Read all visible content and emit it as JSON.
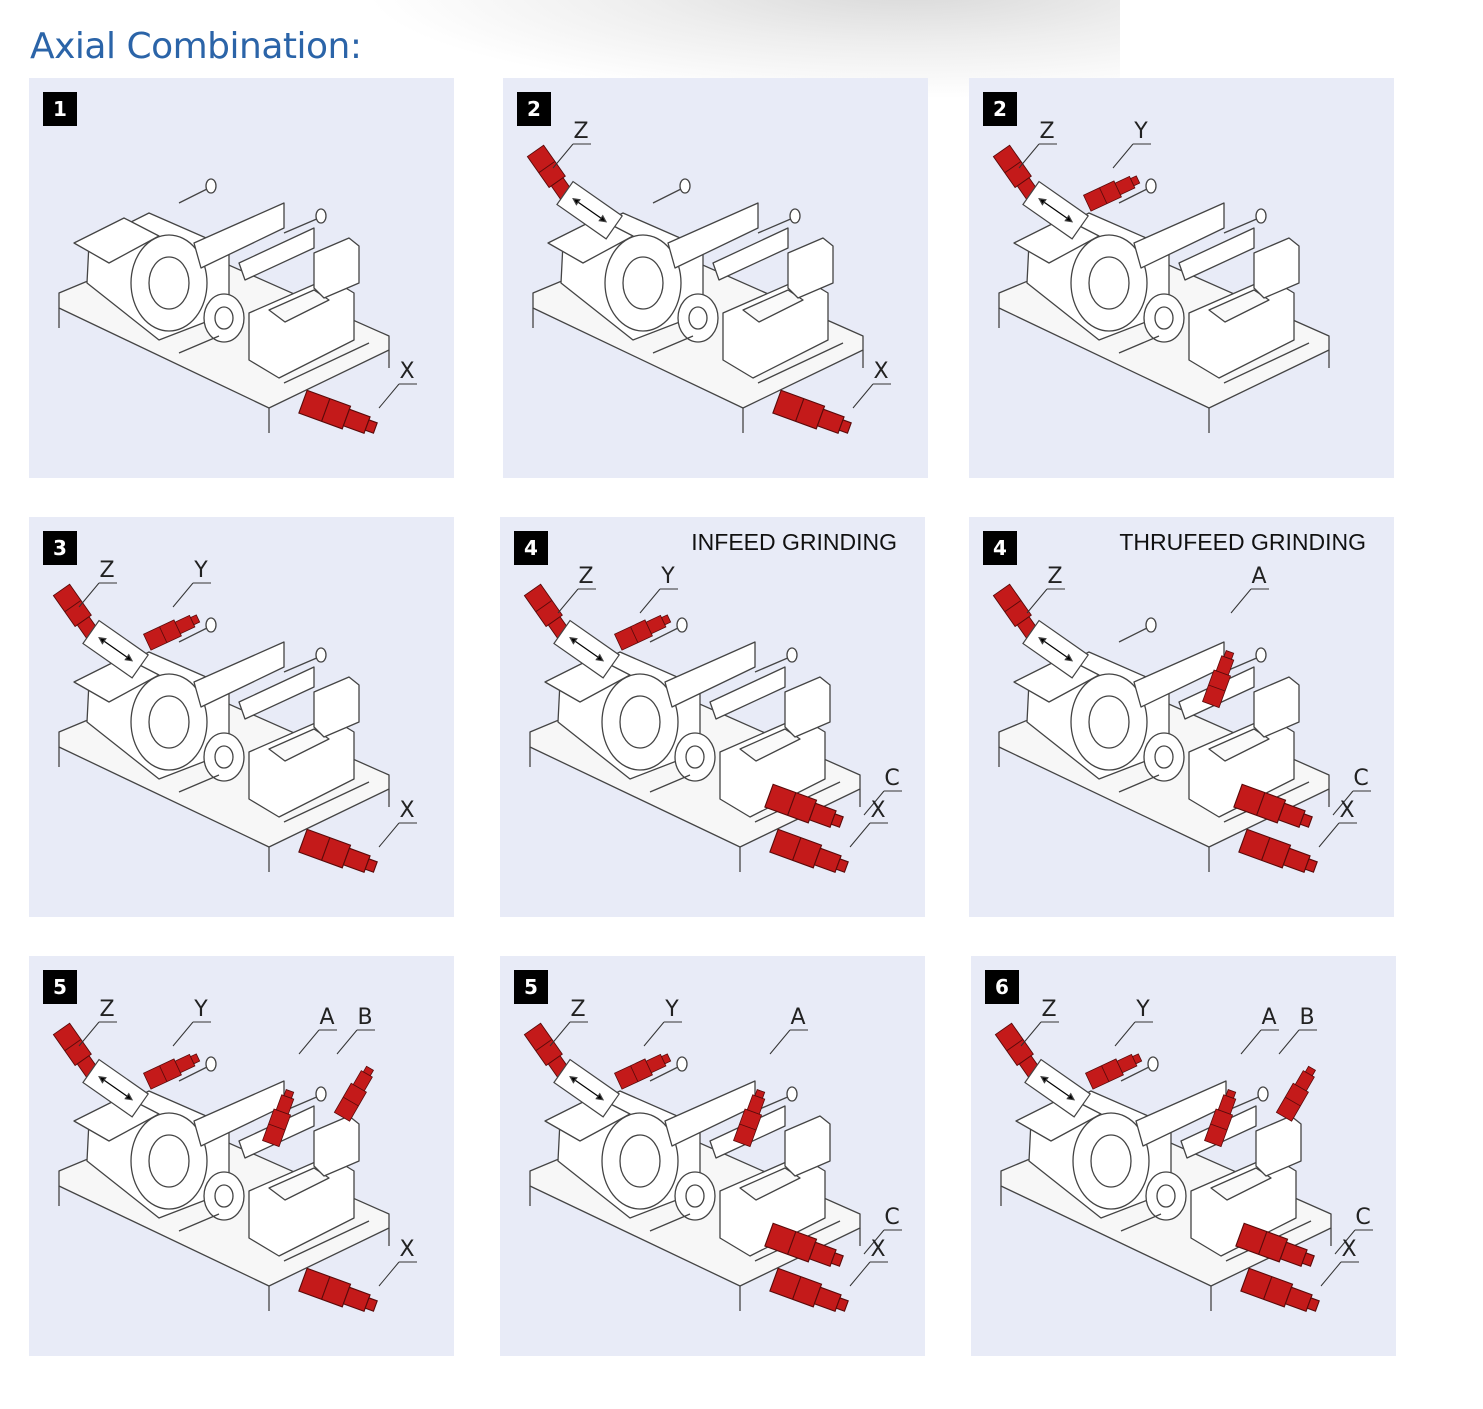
{
  "title": "Axial Combination:",
  "colors": {
    "title": "#2b64a8",
    "panel": "#e8ebf7",
    "accent_red": "#c41a1a",
    "line": "#444444"
  },
  "panels": [
    {
      "number": "1",
      "heading": "",
      "labels": [
        "X"
      ]
    },
    {
      "number": "2",
      "heading": "",
      "labels": [
        "Z",
        "X"
      ]
    },
    {
      "number": "2",
      "heading": "",
      "labels": [
        "Z",
        "Y"
      ]
    },
    {
      "number": "3",
      "heading": "",
      "labels": [
        "Z",
        "Y",
        "X"
      ]
    },
    {
      "number": "4",
      "heading": "INFEED GRINDING",
      "labels": [
        "Z",
        "Y",
        "C",
        "X"
      ]
    },
    {
      "number": "4",
      "heading": "THRUFEED GRINDING",
      "labels": [
        "Z",
        "A",
        "C",
        "X"
      ]
    },
    {
      "number": "5",
      "heading": "",
      "labels": [
        "Z",
        "Y",
        "A",
        "B",
        "X"
      ]
    },
    {
      "number": "5",
      "heading": "",
      "labels": [
        "Z",
        "Y",
        "A",
        "C",
        "X"
      ]
    },
    {
      "number": "6",
      "heading": "",
      "labels": [
        "Z",
        "Y",
        "A",
        "B",
        "C",
        "X"
      ]
    }
  ]
}
